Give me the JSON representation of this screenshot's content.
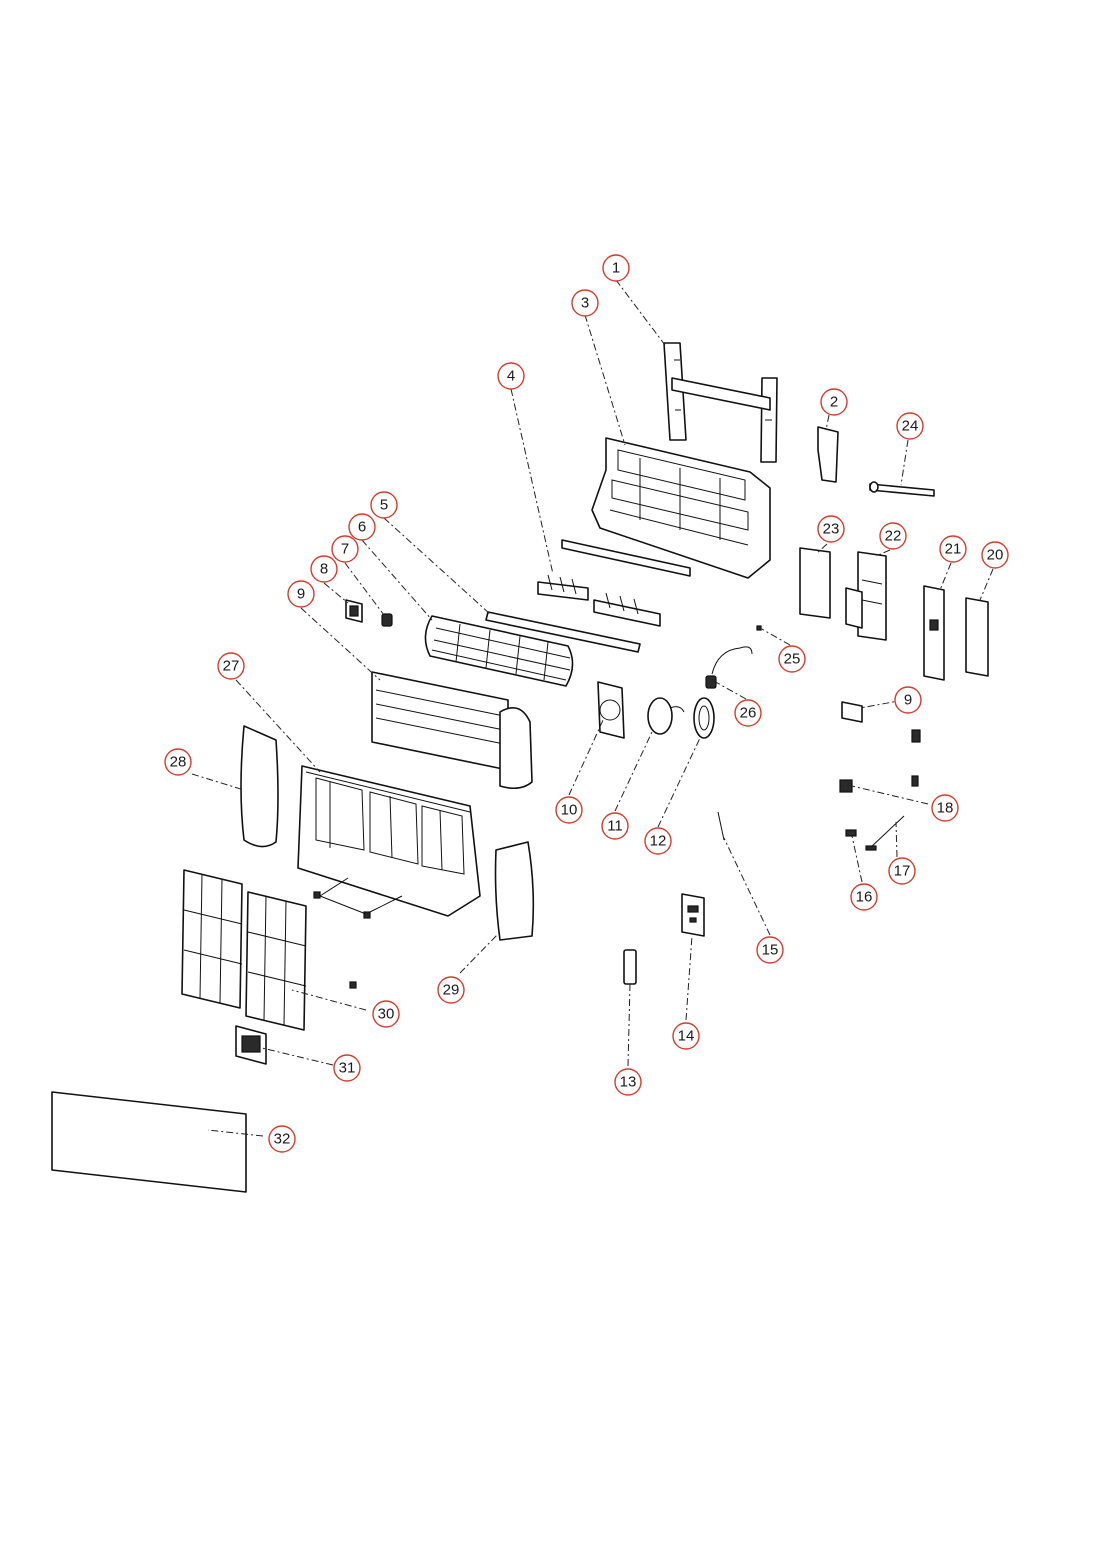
{
  "diagram": {
    "type": "exploded-parts-view",
    "callouts": [
      {
        "label": "1"
      },
      {
        "label": "3"
      },
      {
        "label": "4"
      },
      {
        "label": "2"
      },
      {
        "label": "24"
      },
      {
        "label": "5"
      },
      {
        "label": "6"
      },
      {
        "label": "7"
      },
      {
        "label": "8"
      },
      {
        "label": "9"
      },
      {
        "label": "23"
      },
      {
        "label": "22"
      },
      {
        "label": "21"
      },
      {
        "label": "20"
      },
      {
        "label": "25"
      },
      {
        "label": "27"
      },
      {
        "label": "26"
      },
      {
        "label": "9"
      },
      {
        "label": "28"
      },
      {
        "label": "10"
      },
      {
        "label": "11"
      },
      {
        "label": "12"
      },
      {
        "label": "18"
      },
      {
        "label": "17"
      },
      {
        "label": "16"
      },
      {
        "label": "15"
      },
      {
        "label": "29"
      },
      {
        "label": "14"
      },
      {
        "label": "30"
      },
      {
        "label": "31"
      },
      {
        "label": "13"
      },
      {
        "label": "32"
      }
    ],
    "colors": {
      "callout_ring": "#d83a2a",
      "line": "#111111"
    }
  }
}
